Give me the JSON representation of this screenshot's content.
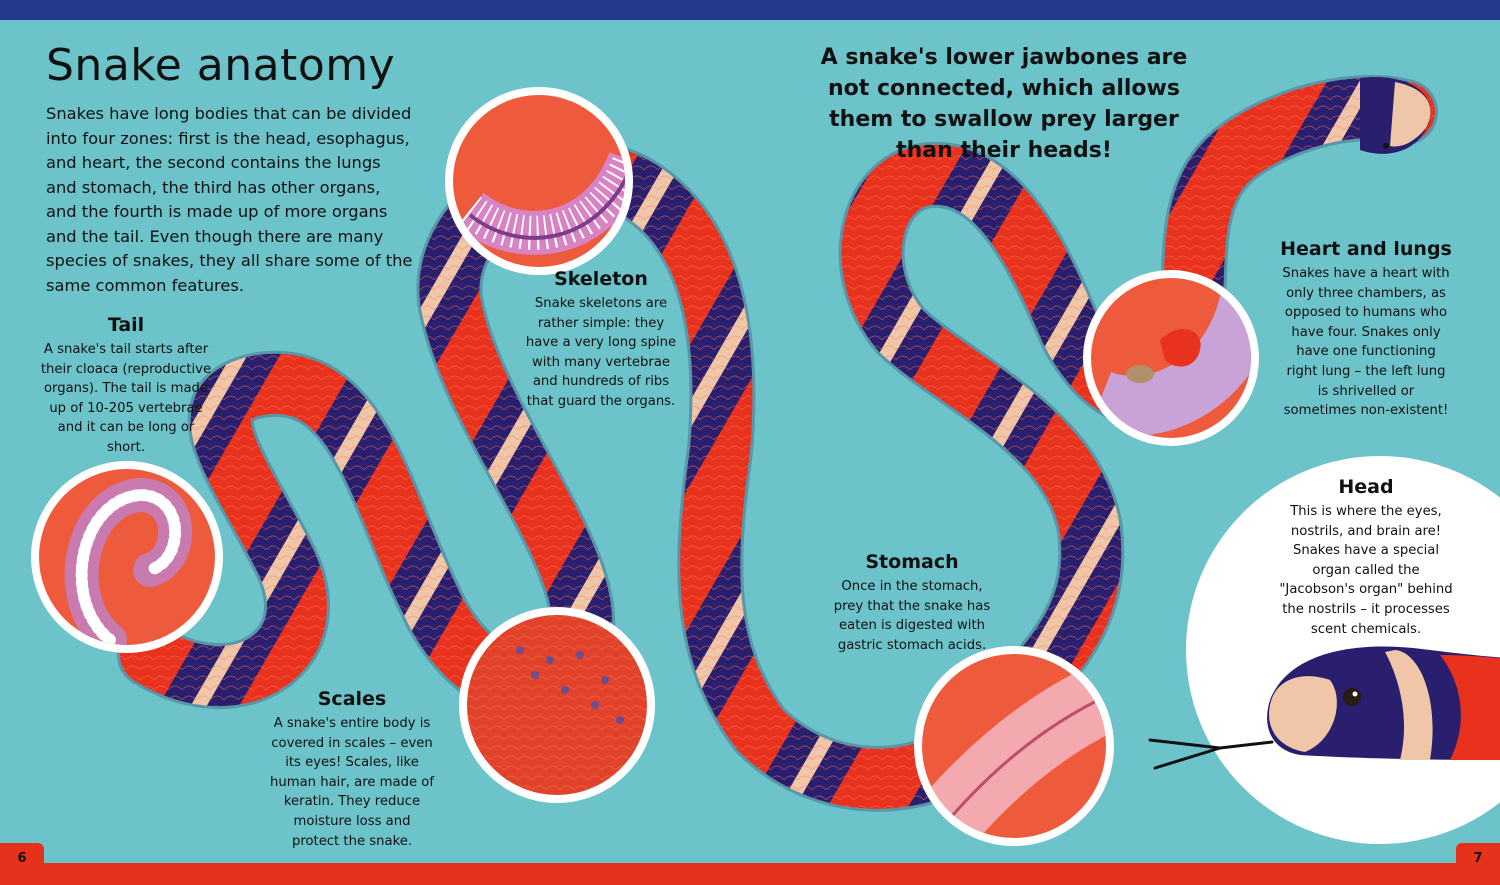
{
  "page": {
    "title": "Snake anatomy",
    "intro": "Snakes have long bodies that can be divided into four zones: first is the head, esophagus, and heart, the second contains the lungs and stomach, the third has other organs, and the fourth is made up of more organs and the tail. Even though there are many species of snakes, they all share some of the same common features.",
    "callout": "A snake's lower jawbones are not connected, which allows them to swallow prey larger than their heads!",
    "page_left": "6",
    "page_right": "7"
  },
  "sections": {
    "tail": {
      "heading": "Tail",
      "body": "A snake's tail starts after their cloaca (reproductive organs). The tail is made up of 10-205 vertebrae and it can be long or short."
    },
    "skeleton": {
      "heading": "Skeleton",
      "body": "Snake skeletons are rather simple: they have a very long spine with many vertebrae and hundreds of ribs that guard the organs."
    },
    "scales": {
      "heading": "Scales",
      "body": "A snake's entire body is covered in scales – even its eyes! Scales, like human hair, are made of keratin. They reduce moisture loss and protect the snake."
    },
    "stomach": {
      "heading": "Stomach",
      "body": "Once in the stomach, prey that the snake has eaten is digested with gastric stomach acids."
    },
    "heart_lungs": {
      "heading": "Heart and lungs",
      "body": "Snakes have a heart with only three chambers, as opposed to humans who have four. Snakes only have one functioning right lung – the left lung is shrivelled or sometimes non-existent!"
    },
    "head": {
      "heading": "Head",
      "body": "This is where the eyes, nostrils, and brain are! Snakes have a special organ called the \"Jacobson's organ\" behind the nostrils – it processes scent chemicals."
    }
  },
  "colors": {
    "background": "#6cc3c9",
    "snake_red": "#e8321e",
    "snake_navy": "#2a1f6e",
    "snake_cream": "#efc6a8",
    "frame_bar_top": "#243a8c",
    "frame_bar_bottom": "#e6311c"
  },
  "illustrations": {
    "snake": "coral-snake-illustration",
    "tail_inset": "tail-vertebrae-illustration",
    "skeleton_inset": "ribs-illustration",
    "scales_inset": "scales-closeup-illustration",
    "stomach_inset": "stomach-illustration",
    "heart_inset": "heart-lungs-illustration",
    "head_inset": "snake-head-illustration"
  }
}
